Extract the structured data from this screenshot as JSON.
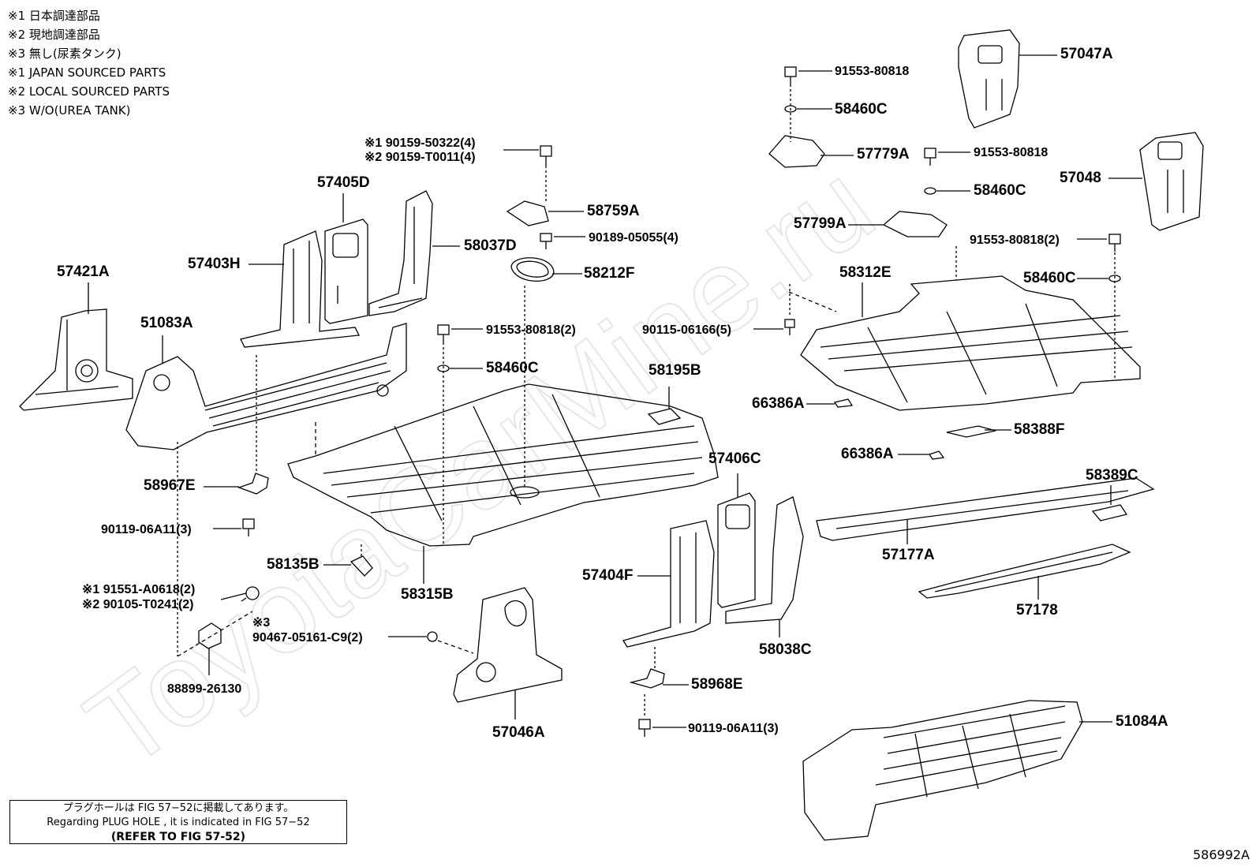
{
  "notes": [
    "※1 日本調達部品",
    "※2 現地調達部品",
    "※3 無し(尿素タンク)",
    "※1 JAPAN SOURCED PARTS",
    "※2 LOCAL SOURCED PARTS",
    "※3 W/O(UREA TANK)"
  ],
  "watermark": "ToyotaCarMine.ru",
  "parts": {
    "p57421A": "57421A",
    "p51083A": "51083A",
    "p57403H": "57403H",
    "p57405D": "57405D",
    "p58037D": "58037D",
    "p90159_1": "※1 90159-50322(4)",
    "p90159_2": "※2 90159-T0011(4)",
    "p58759A": "58759A",
    "p90189": "90189-05055(4)",
    "p58212F": "58212F",
    "p91553_a": "91553-80818(2)",
    "p58460C_a": "58460C",
    "p58967E": "58967E",
    "p90119_a": "90119-06A11(3)",
    "p58135B": "58135B",
    "p58315B": "58315B",
    "p91551": "※1 91551-A0618(2)",
    "p90105": "※2 90105-T0241(2)",
    "p3mark": "※3",
    "p90467": "90467-05161-C9(2)",
    "p88899": "88899-26130",
    "p57046A": "57046A",
    "p58195B": "58195B",
    "p57406C": "57406C",
    "p57404F": "57404F",
    "p58038C": "58038C",
    "p58968E": "58968E",
    "p90119_b": "90119-06A11(3)",
    "p91553_b": "91553-80818",
    "p58460C_b": "58460C",
    "p57779A": "57779A",
    "p91553_c": "91553-80818",
    "p58460C_c": "58460C",
    "p57799A": "57799A",
    "p57047A": "57047A",
    "p57048": "57048",
    "p91553_d": "91553-80818(2)",
    "p58460C_d": "58460C",
    "p58312E": "58312E",
    "p90115": "90115-06166(5)",
    "p66386A_a": "66386A",
    "p58388F": "58388F",
    "p66386A_b": "66386A",
    "p58389C": "58389C",
    "p57177A": "57177A",
    "p57178": "57178",
    "p51084A": "51084A"
  },
  "callout": {
    "line1": "プラグホールは FIG 57−52に掲載してあります。",
    "line2": "Regarding  PLUG  HOLE , it is indicated in  FIG  57−52",
    "line3": "(REFER TO FIG 57-52)"
  },
  "ref_code": "586992A"
}
